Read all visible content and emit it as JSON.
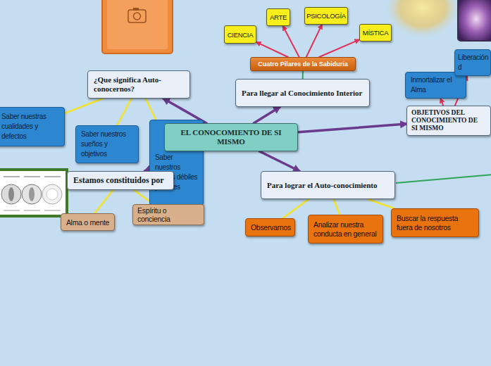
{
  "diagram": {
    "nodes": [
      {
        "text": [
          "¿Que significa Auto-conocernos?"
        ]
      },
      {
        "text": [
          "Saber nuestras cualidades y defectos"
        ]
      },
      {
        "text": [
          "Saber nuestros sueños y objetivos"
        ]
      },
      {
        "text": [
          "Saber nuestros puntos débiles y fuertes"
        ]
      },
      {
        "text": [
          "Estamos constituidos por"
        ]
      },
      {
        "text": [
          "Alma o mente"
        ]
      },
      {
        "text": [
          "Espíritu o conciencia"
        ]
      },
      {
        "text": [
          "EL CONOCOMIENTO DE SI MISMO"
        ]
      },
      {
        "text": [
          "Cuatro Pilares de la Sabiduria"
        ]
      },
      {
        "text": [
          "CIENCIA"
        ]
      },
      {
        "text": [
          "ARTE"
        ]
      },
      {
        "text": [
          "PSICOLOGÍA"
        ]
      },
      {
        "text": [
          "MÍSTICA"
        ]
      },
      {
        "text": [
          "Para llegar al Conocimiento Interior"
        ]
      },
      {
        "text": [
          "OBJETIVOS DEL CONOCIMIENTO DE SI MISMO"
        ]
      },
      {
        "text": [
          "Inmortalizar el Alma"
        ]
      },
      {
        "text": [
          "Liberación d"
        ]
      },
      {
        "text": [
          "Para lograr el Auto-conocimiento"
        ]
      },
      {
        "text": [
          "Observarnos"
        ]
      },
      {
        "text": [
          "Analizar nuestra conducta en general"
        ]
      },
      {
        "text": [
          "Buscar la respuesta fuera de nosotros"
        ]
      }
    ],
    "edges": [
      {
        "from": 7,
        "to": 0,
        "arrow": "to"
      },
      {
        "from": 7,
        "to": 13,
        "arrow": "to"
      },
      {
        "from": 7,
        "to": 14,
        "arrow": "to"
      },
      {
        "from": 7,
        "to": 17,
        "arrow": "to"
      },
      {
        "from": 7,
        "to": 4,
        "arrow": "to"
      },
      {
        "from": 0,
        "to": 1,
        "arrow": "none"
      },
      {
        "from": 0,
        "to": 2,
        "arrow": "none"
      },
      {
        "from": 0,
        "to": 3,
        "arrow": "none"
      },
      {
        "from": 4,
        "to": 5,
        "arrow": "none"
      },
      {
        "from": 4,
        "to": 6,
        "arrow": "none"
      },
      {
        "from": 13,
        "to": 8,
        "arrow": "none"
      },
      {
        "from": 8,
        "to": 9,
        "arrow": "to"
      },
      {
        "from": 8,
        "to": 10,
        "arrow": "to"
      },
      {
        "from": 8,
        "to": 11,
        "arrow": "to"
      },
      {
        "from": 8,
        "to": 12,
        "arrow": "to"
      },
      {
        "from": 14,
        "to": 15,
        "arrow": "to"
      },
      {
        "from": 14,
        "to": 16,
        "arrow": "to"
      },
      {
        "from": 17,
        "to": 18,
        "arrow": "none"
      },
      {
        "from": 17,
        "to": 19,
        "arrow": "none"
      },
      {
        "from": 17,
        "to": 20,
        "arrow": "none"
      }
    ]
  }
}
